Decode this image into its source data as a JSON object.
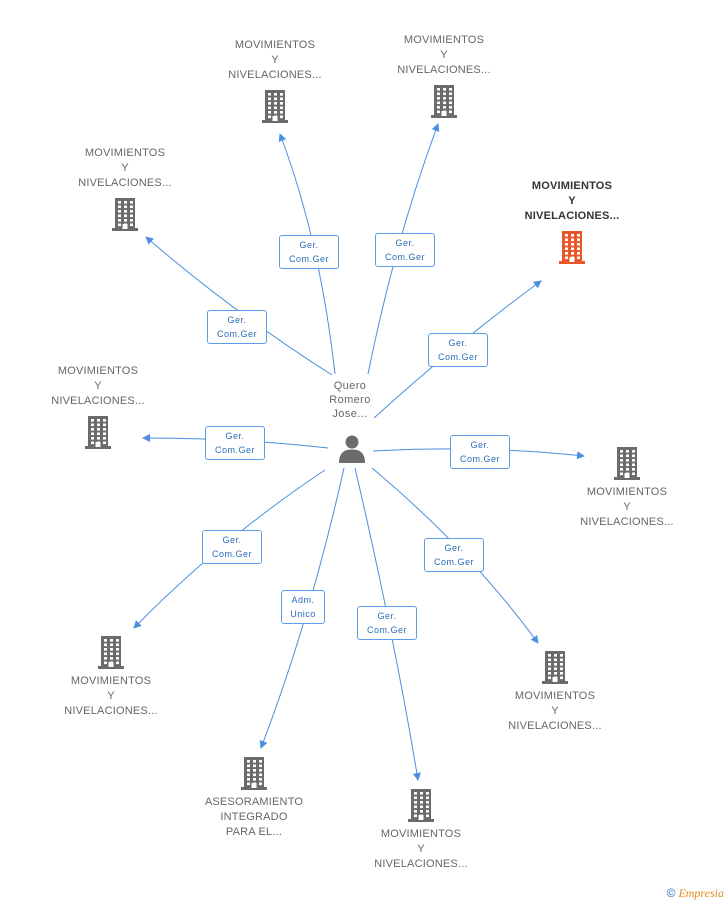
{
  "person": {
    "name_lines": [
      "Quero",
      "Romero",
      "Jose..."
    ]
  },
  "companies": [
    {
      "id": "c1",
      "lines": [
        "MOVIMIENTOS",
        "Y",
        "NIVELACIONES..."
      ],
      "highlighted": false,
      "color": "#6b6b6b"
    },
    {
      "id": "c2",
      "lines": [
        "MOVIMIENTOS",
        "Y",
        "NIVELACIONES..."
      ],
      "highlighted": false,
      "color": "#6b6b6b"
    },
    {
      "id": "c3",
      "lines": [
        "MOVIMIENTOS",
        "Y",
        "NIVELACIONES..."
      ],
      "highlighted": false,
      "color": "#6b6b6b"
    },
    {
      "id": "c4",
      "lines": [
        "MOVIMIENTOS",
        "Y",
        "NIVELACIONES..."
      ],
      "highlighted": true,
      "color": "#e8562a"
    },
    {
      "id": "c5",
      "lines": [
        "MOVIMIENTOS",
        "Y",
        "NIVELACIONES..."
      ],
      "highlighted": false,
      "color": "#6b6b6b"
    },
    {
      "id": "c6",
      "lines": [
        "MOVIMIENTOS",
        "Y",
        "NIVELACIONES..."
      ],
      "highlighted": false,
      "color": "#6b6b6b"
    },
    {
      "id": "c7",
      "lines": [
        "MOVIMIENTOS",
        "Y",
        "NIVELACIONES..."
      ],
      "highlighted": false,
      "color": "#6b6b6b"
    },
    {
      "id": "c8",
      "lines": [
        "MOVIMIENTOS",
        "Y",
        "NIVELACIONES..."
      ],
      "highlighted": false,
      "color": "#6b6b6b"
    },
    {
      "id": "c9",
      "lines": [
        "ASESORAMIENTO",
        "INTEGRADO",
        "PARA EL..."
      ],
      "highlighted": false,
      "color": "#6b6b6b"
    },
    {
      "id": "c10",
      "lines": [
        "MOVIMIENTOS",
        "Y",
        "NIVELACIONES..."
      ],
      "highlighted": false,
      "color": "#6b6b6b"
    }
  ],
  "relations": [
    {
      "to": "c1",
      "lines": [
        "Ger.",
        "Com.Ger"
      ]
    },
    {
      "to": "c2",
      "lines": [
        "Ger.",
        "Com.Ger"
      ]
    },
    {
      "to": "c3",
      "lines": [
        "Ger.",
        "Com.Ger"
      ]
    },
    {
      "to": "c4",
      "lines": [
        "Ger.",
        "Com.Ger"
      ]
    },
    {
      "to": "c5",
      "lines": [
        "Ger.",
        "Com.Ger"
      ]
    },
    {
      "to": "c6",
      "lines": [
        "Ger.",
        "Com.Ger"
      ]
    },
    {
      "to": "c7",
      "lines": [
        "Ger.",
        "Com.Ger"
      ]
    },
    {
      "to": "c8",
      "lines": [
        "Ger.",
        "Com.Ger"
      ]
    },
    {
      "to": "c9",
      "lines": [
        "Adm.",
        "Unico"
      ]
    },
    {
      "to": "c10",
      "lines": [
        "Ger.",
        "Com.Ger"
      ]
    }
  ],
  "colors": {
    "edge": "#4a8fe0",
    "building": "#6b6b6b",
    "building_highlight": "#e8562a",
    "person": "#6b6b6b"
  },
  "footer": {
    "copyright": "©",
    "brand": "Empresia"
  }
}
